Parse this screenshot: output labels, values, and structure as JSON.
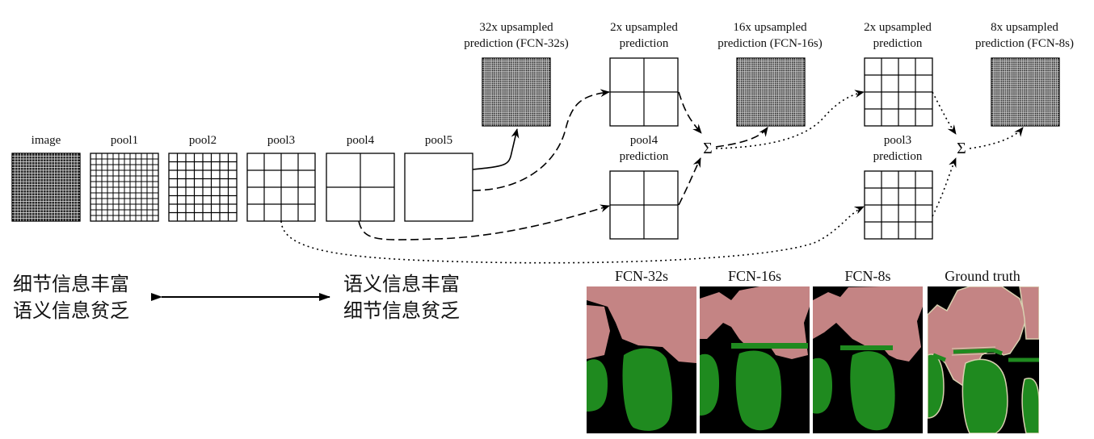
{
  "grids": {
    "image": {
      "label": "image",
      "cells": 24
    },
    "pool1": {
      "label": "pool1",
      "cells": 12
    },
    "pool2": {
      "label": "pool2",
      "cells": 8
    },
    "pool3": {
      "label": "pool3",
      "cells": 4
    },
    "pool4": {
      "label": "pool4",
      "cells": 2
    },
    "pool5": {
      "label": "pool5",
      "cells": 1
    },
    "up32": {
      "label_line1": "32x upsampled",
      "label_line2": "prediction (FCN-32s)",
      "cells": 36
    },
    "up2a": {
      "label_line1": "2x upsampled",
      "label_line2": "prediction",
      "cells": 2
    },
    "pool4pred": {
      "label_line1": "pool4",
      "label_line2": "prediction",
      "cells": 2
    },
    "up16": {
      "label_line1": "16x upsampled",
      "label_line2": "prediction (FCN-16s)",
      "cells": 36
    },
    "up2b": {
      "label_line1": "2x upsampled",
      "label_line2": "prediction",
      "cells": 4
    },
    "pool3pred": {
      "label_line1": "pool3",
      "label_line2": "prediction",
      "cells": 4
    },
    "up8": {
      "label_line1": "8x upsampled",
      "label_line2": "prediction (FCN-8s)",
      "cells": 36
    }
  },
  "sum_symbol": "Σ",
  "notes": {
    "left_line1": "细节信息丰富",
    "left_line2": "语义信息贫乏",
    "right_line1": "语义信息丰富",
    "right_line2": "细节信息贫乏"
  },
  "results": {
    "titles": [
      "FCN-32s",
      "FCN-16s",
      "FCN-8s",
      "Ground truth"
    ]
  },
  "colors": {
    "background": "#000000",
    "person": "#c48484",
    "bike": "#1f8a1f",
    "outline": "#d8d0b0"
  }
}
